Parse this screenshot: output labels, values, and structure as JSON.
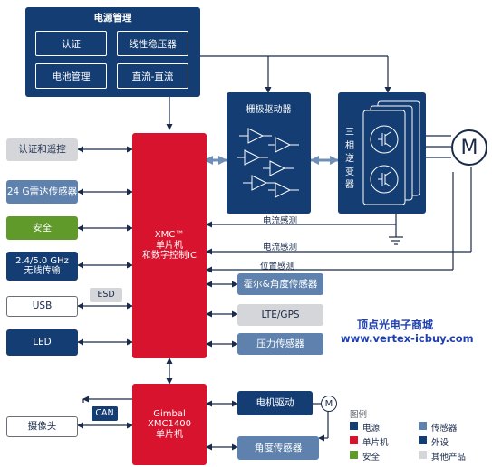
{
  "power": {
    "title": "电源管理",
    "items": [
      "认证",
      "线性稳压器",
      "电池管理",
      "直流-直流"
    ]
  },
  "gate_driver": {
    "title": "栅极驱动器"
  },
  "inverter": {
    "title": "三相逆变器",
    "motor_symbol": "M"
  },
  "mcu": {
    "label": "XMC™\n单片机\n和数字控制IC"
  },
  "gimbal": {
    "label": "Gimbal\nXMC1400\n单片机"
  },
  "left_blocks": [
    {
      "label": "认证和遥控"
    },
    {
      "label": "24 G雷达传感器"
    },
    {
      "label": "安全"
    },
    {
      "label": "2.4/5.0 GHz\n无线传输"
    },
    {
      "label": "USB"
    },
    {
      "label": "LED"
    }
  ],
  "esd_label": "ESD",
  "can_label": "CAN",
  "camera_label": "摄像头",
  "signals": {
    "current_sense_1": "电流感测",
    "current_sense_2": "电流感测",
    "position_sense": "位置感测"
  },
  "right_blocks": [
    {
      "label": "霍尔&角度传感器"
    },
    {
      "label": "LTE/GPS"
    },
    {
      "label": "压力传感器"
    }
  ],
  "gimbal_blocks": [
    {
      "label": "电机驱动"
    },
    {
      "label": "角度传感器"
    }
  ],
  "small_motor_symbol": "M",
  "watermark": {
    "line1": "顶点光电子商城",
    "line2": "www.vertex-icbuy.com"
  },
  "legend": {
    "title": "图例",
    "items": [
      {
        "label": "电源",
        "color": "#143d73"
      },
      {
        "label": "传感器",
        "color": "#5e82ad"
      },
      {
        "label": "单片机",
        "color": "#d7132e"
      },
      {
        "label": "外设",
        "color": "#143d73"
      },
      {
        "label": "安全",
        "color": "#5f9a2a"
      },
      {
        "label": "其他产品",
        "color": "#d4d6d9"
      }
    ]
  }
}
